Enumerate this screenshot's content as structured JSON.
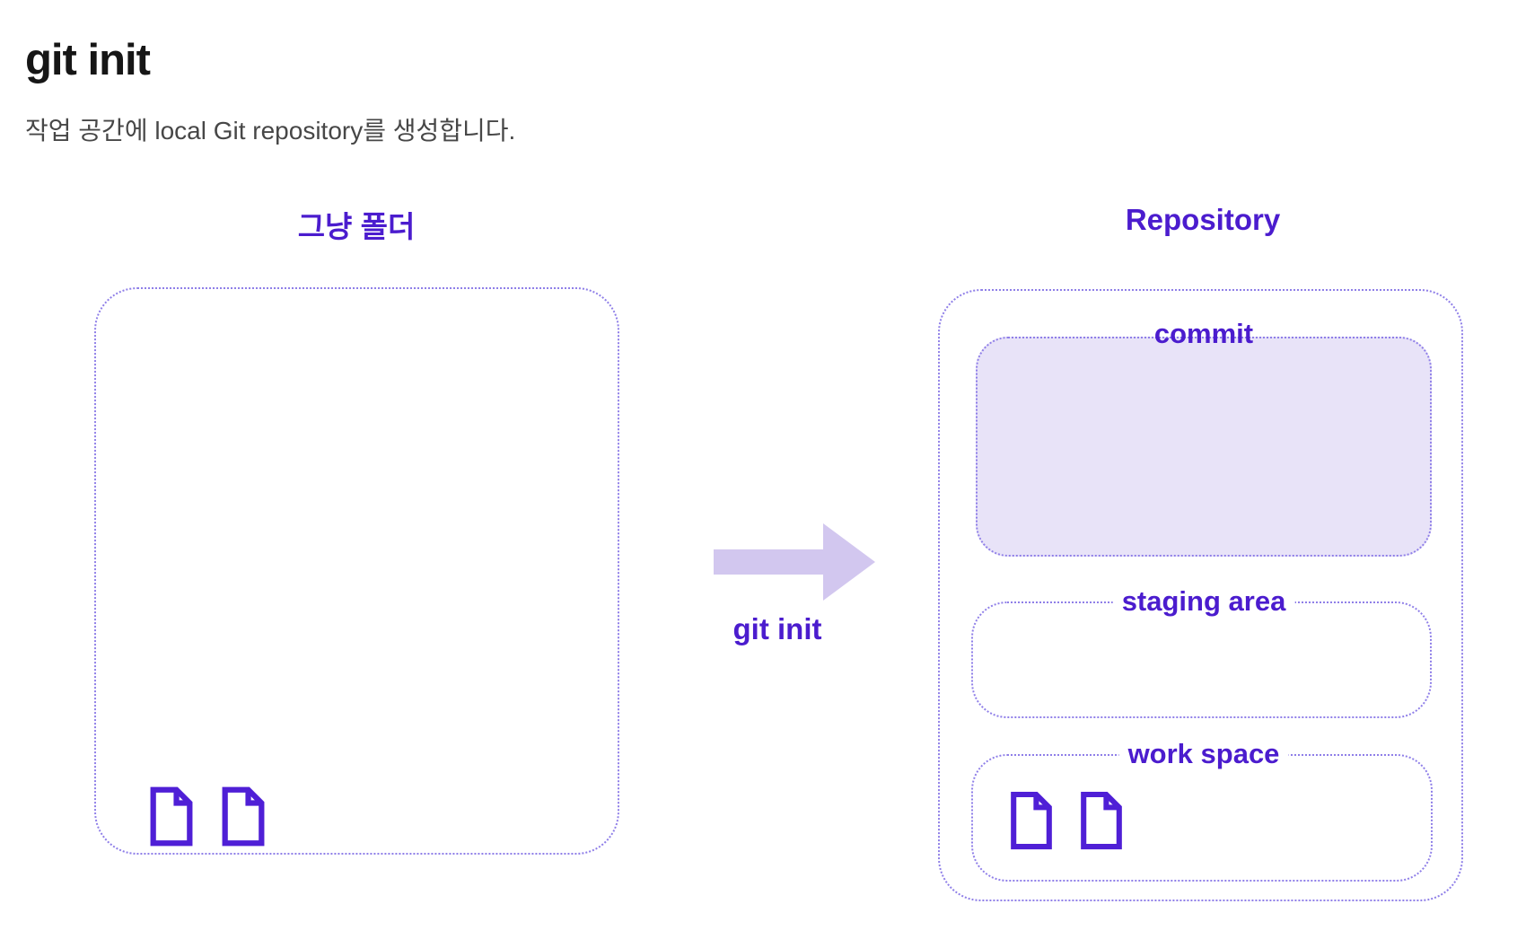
{
  "header": {
    "title": "git init",
    "subtitle": "작업 공간에 local Git repository를 생성합니다."
  },
  "diagram": {
    "left_panel": {
      "title": "그냥 폴더",
      "file_count": 2,
      "file_icon": "file-icon"
    },
    "arrow": {
      "icon": "arrow-right-icon",
      "label": "git init",
      "direction": "right"
    },
    "right_panel": {
      "title": "Repository",
      "sections": [
        {
          "label": "commit",
          "filled": true,
          "file_count": 0
        },
        {
          "label": "staging area",
          "filled": false,
          "file_count": 0
        },
        {
          "label": "work space",
          "filled": false,
          "file_count": 2
        }
      ]
    },
    "colors": {
      "accent_text": "#4b1cce",
      "icon_stroke": "#4f1fd6",
      "dotted_border": "#8f7fe8",
      "commit_fill": "#e8e3f8",
      "arrow_fill": "#d2c7ef",
      "title_color": "#161616",
      "subtitle_color": "#474747"
    }
  }
}
